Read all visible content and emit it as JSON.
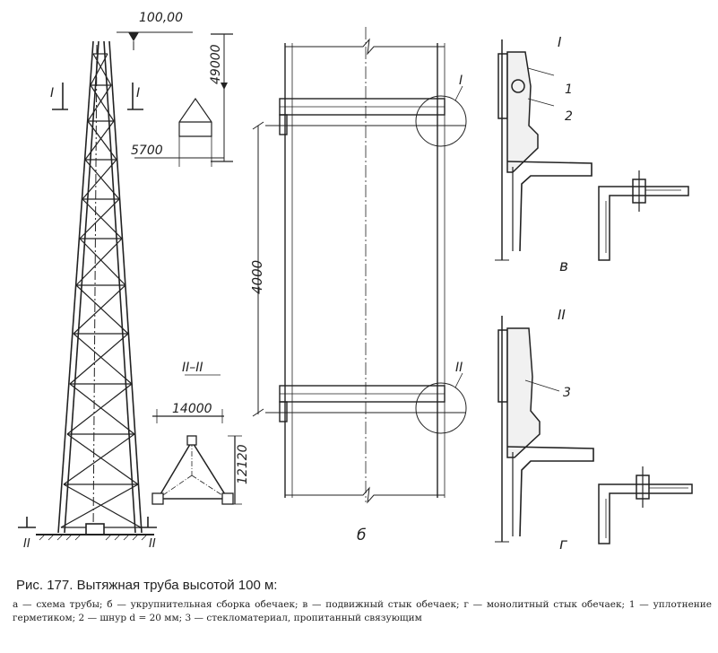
{
  "figure": {
    "elev_mark": "100,00",
    "dim_height": "49000",
    "dim_width": "5700",
    "section_I": "I",
    "section_II": "II",
    "section_II_II": "II–II",
    "dim_base_width": "14000",
    "dim_base_height": "12120",
    "dim_spacing": "4000",
    "callout_1": "1",
    "callout_2": "2",
    "callout_3": "3",
    "label_a": "а",
    "label_b": "б",
    "label_v": "в",
    "label_g": "г"
  },
  "caption": {
    "title": "Рис. 177. Вытяжная труба высотой 100 м:",
    "body": "а — схема трубы; б — укрупнительная сборка обечаек; в — подвижный стык обечаек; г — монолитный стык обечаек; 1 — уплотнение герметиком; 2 — шнур d = 20 мм; 3 — стекломатериал, пропитанный связующим"
  }
}
